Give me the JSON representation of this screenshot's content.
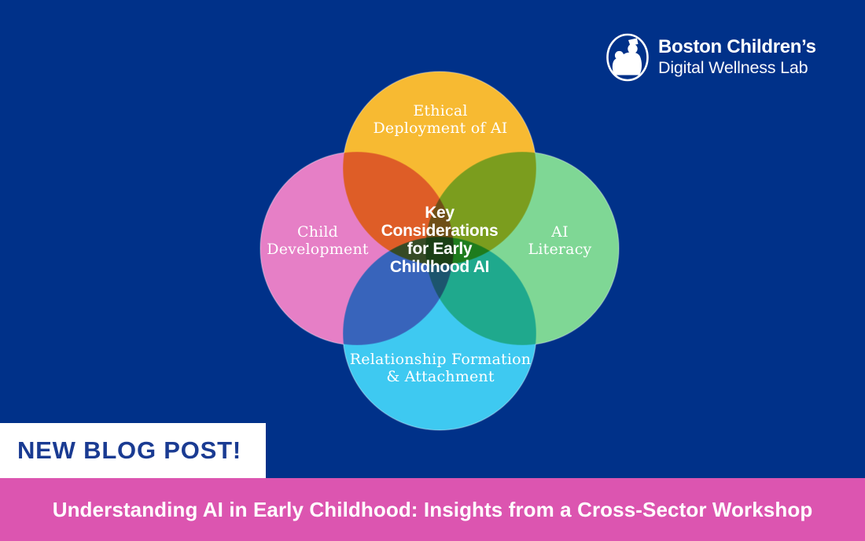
{
  "colors": {
    "background": "#003189",
    "banner_pink": "#dc55b0",
    "badge_background": "#ffffff",
    "badge_text_navy": "#1a3b92",
    "text_white": "#ffffff"
  },
  "logo": {
    "org": "Boston Children’s",
    "lab": "Digital Wellness Lab"
  },
  "venn": {
    "center_label": "Key\nConsiderations\nfor Early\nChildhood AI",
    "circles": [
      {
        "id": "ethical-deployment",
        "label": "Ethical\nDeployment of AI",
        "color": "#f7ba32"
      },
      {
        "id": "child-development",
        "label": "Child\nDevelopment",
        "color": "#e67fc6"
      },
      {
        "id": "ai-literacy",
        "label": "AI\nLiteracy",
        "color": "#7fd795"
      },
      {
        "id": "relationship-formation",
        "label": "Relationship Formation\n& Attachment",
        "color": "#3ec9f1"
      }
    ]
  },
  "badge": {
    "label": "NEW BLOG POST!"
  },
  "banner": {
    "title": "Understanding AI in Early Childhood: Insights from a Cross-Sector Workshop"
  }
}
